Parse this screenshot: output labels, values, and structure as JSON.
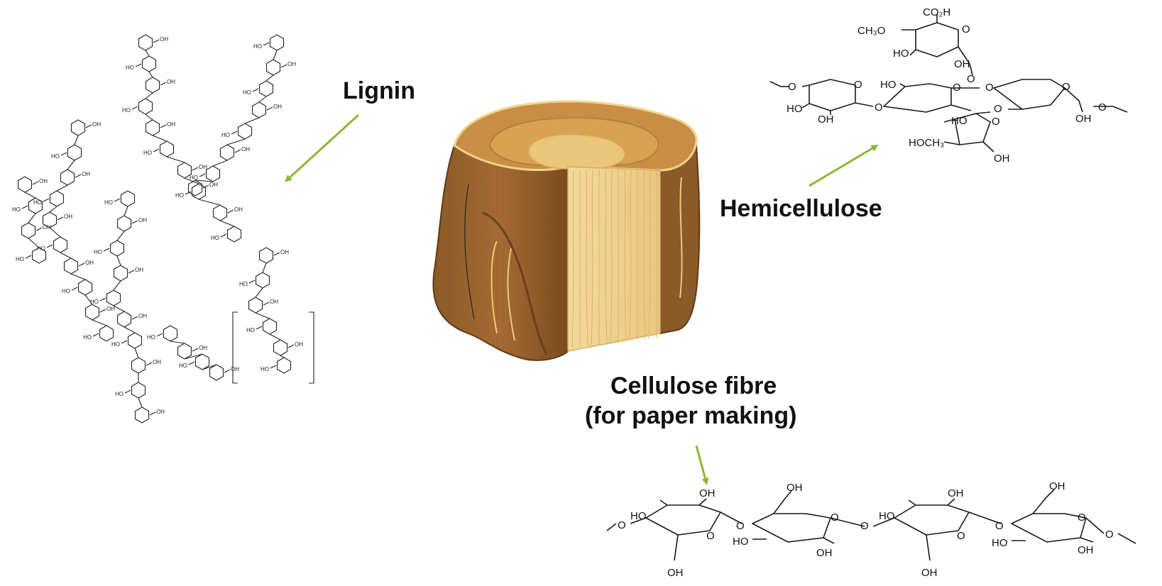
{
  "labels": {
    "lignin": "Lignin",
    "hemicellulose": "Hemicellulose",
    "cellulose_line1": "Cellulose fibre",
    "cellulose_line2": "(for paper making)"
  },
  "hemicellulose_atoms": {
    "co2h": "CO₂H",
    "ch3o": "CH₃O",
    "ho_a": "HO",
    "oh_a": "OH",
    "o_ring1": "O",
    "o_link": "O",
    "ho_b": "HO",
    "o_ring2": "O",
    "o_ring3": "O",
    "o_ring4": "O",
    "ho_c": "HO",
    "oh_b": "OH",
    "o_link2": "O",
    "o_ring5": "O",
    "ho_d": "HO",
    "o_ring6": "O",
    "o_ring7": "O",
    "hoch3": "HOCH₃",
    "oh_c": "OH",
    "oh_d": "OH",
    "o_end": "O",
    "o_start": "O"
  },
  "cellulose_atoms": {
    "ho1": "HO",
    "oh1": "OH",
    "o_start": "O",
    "o_ring1": "O",
    "oh_bottom1": "OH",
    "o_link1": "O",
    "oh_top2": "OH",
    "o_ring2": "O",
    "ho2": "HO",
    "oh2": "OH",
    "o_link2": "O",
    "ho3": "HO",
    "oh3": "OH",
    "o_ring3": "O",
    "oh_bottom3": "OH",
    "o_link3": "O",
    "oh_top4": "OH",
    "o_ring4": "O",
    "ho4": "HO",
    "oh4": "OH",
    "o_end": "O"
  },
  "lignin_atoms": {
    "oh": "OH",
    "ho": "HO"
  },
  "colors": {
    "arrow": "#8ab834",
    "bark_dark": "#7a4f22",
    "bark_mid": "#a86e35",
    "wood_top": "#d4a04e",
    "wood_light": "#f6dca0",
    "ring": "#f3d48c"
  }
}
